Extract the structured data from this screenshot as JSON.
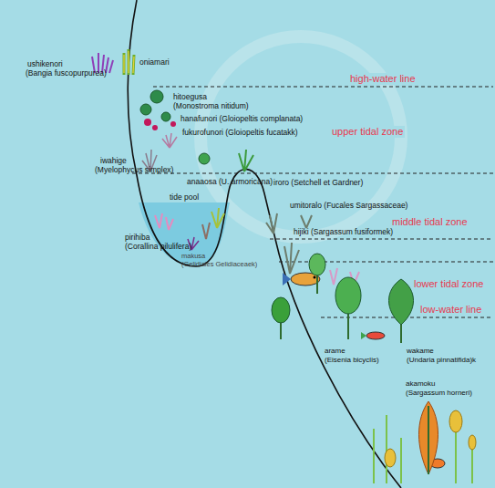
{
  "diagram": {
    "labels": [
      "ushikenori",
      "(Bangia fuscopurpurea)",
      "oniamari",
      "high-water line",
      "hitoegusa",
      "(Monostroma nitidum)",
      "hanafunori (Gloiopeltis complanata)",
      "fukurofunori (Gloiopeltis fucatakk)",
      "upper tidal zone",
      "iwahige",
      "(Myelophycus simplex)",
      "anaaosa (U. armoricana)",
      "tide pool",
      "iroro (Setchell et Gardner)",
      "umitoralo (Fucales Sargassaceae)",
      "middle tidal zone",
      "hijiki (Sargassum fusiformek)",
      "pirihiba",
      "(Corallina pilulifera)",
      "makusa",
      "(Gelidiales Gelidiaceaek)",
      "lower tidal zone",
      "low-water line",
      "arame",
      "(Eisenia bicyclis)",
      "wakame",
      "(Undaria pinnatifida)k",
      "akamoku",
      "(Sargassum horneri)"
    ]
  }
}
